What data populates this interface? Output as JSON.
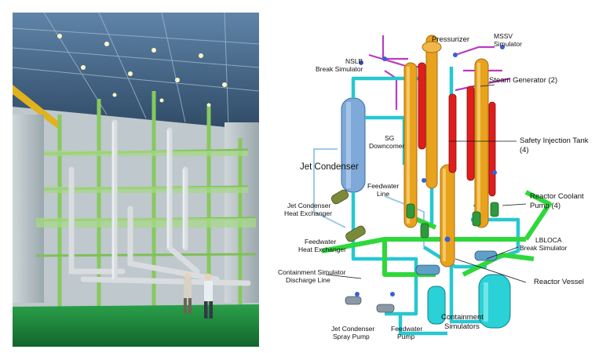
{
  "labels": {
    "pressurizer": "Pressurizer",
    "mssv": "MSSV",
    "mssv_sim": "Simulator",
    "nslb": "NSLB",
    "nslb_sim": "Break Simulator",
    "steam_generator": "Steam Generator (2)",
    "safety_injection": "Safety Injection Tank",
    "safety_injection_count": "(4)",
    "sg": "SG",
    "downcomer": "Downcomer",
    "jet_condenser": "Jet Condenser",
    "feedwater": "Feedwater",
    "line": "Line",
    "jc_hx_1": "Jet Condenser",
    "jc_hx_2": "Heat Exchanger",
    "rcp_1": "Reactor Coolant",
    "rcp_2": "Pump (4)",
    "fw_hx_1": "Feedwater",
    "fw_hx_2": "Heat Exchanger",
    "lbloca_1": "LBLOCA",
    "lbloca_2": "Break Simulator",
    "csdl_1": "Containment Simulator",
    "csdl_2": "Discharge Line",
    "reactor_vessel": "Reactor Vessel",
    "jc_spray_1": "Jet Condenser",
    "jc_spray_2": "Spray Pump",
    "fw_pump_1": "Feedwater",
    "fw_pump_2": "Pump",
    "containment_1": "Containment",
    "containment_2": "Simulators"
  },
  "colors": {
    "green_pipe": "#2fd83a",
    "cyan_pipe": "#26c8d0",
    "orange_vessel": "#e8a21c",
    "red_tank": "#e01d1d",
    "purple_pipe": "#b83cc0",
    "blue_vessel": "#7ea9d8",
    "photo_floor": "#1f8a3c",
    "photo_frame": "#8fcf6a"
  }
}
